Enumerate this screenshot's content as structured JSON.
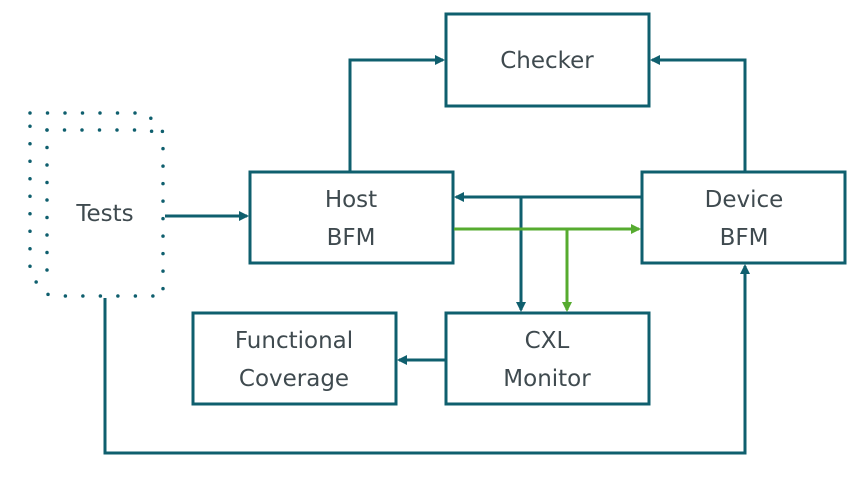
{
  "diagram": {
    "colors": {
      "primary": "#0f5f6e",
      "accent": "#56ab2f",
      "text": "#3f4a4f"
    },
    "nodes": {
      "tests": {
        "label": "Tests"
      },
      "checker": {
        "label": "Checker"
      },
      "host_bfm": {
        "line1": "Host",
        "line2": "BFM"
      },
      "device_bfm": {
        "line1": "Device",
        "line2": "BFM"
      },
      "cxl_monitor": {
        "line1": "CXL",
        "line2": "Monitor"
      },
      "functional_coverage": {
        "line1": "Functional",
        "line2": "Coverage"
      }
    },
    "edges": [
      {
        "from": "Tests",
        "to": "Host BFM"
      },
      {
        "from": "Tests",
        "to": "Device BFM"
      },
      {
        "from": "Host BFM",
        "to": "Checker"
      },
      {
        "from": "Device BFM",
        "to": "Checker"
      },
      {
        "from": "Device BFM",
        "to": "Host BFM"
      },
      {
        "from": "Host BFM",
        "to": "Device BFM",
        "color": "accent"
      },
      {
        "from": "Device BFM",
        "to": "CXL Monitor"
      },
      {
        "from": "Host BFM",
        "to": "CXL Monitor",
        "color": "accent"
      },
      {
        "from": "CXL Monitor",
        "to": "Functional Coverage"
      }
    ]
  }
}
